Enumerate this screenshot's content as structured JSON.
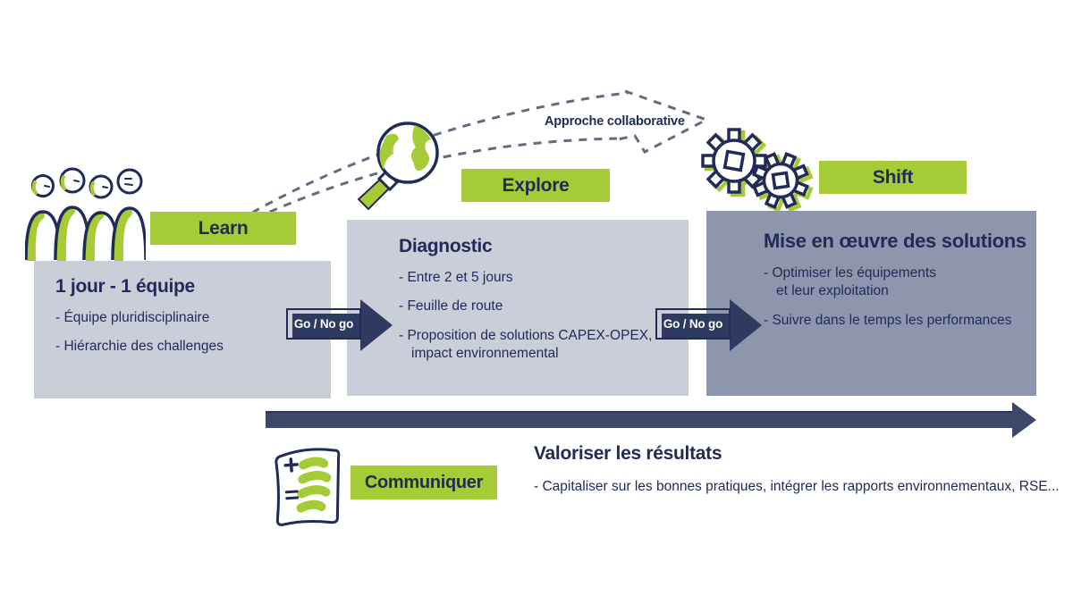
{
  "diagram": {
    "collaboration_label": "Approche collaborative",
    "phases": [
      {
        "tag": "Learn",
        "title": "1 jour - 1 équipe",
        "bullets": [
          "- Équipe pluridisciplinaire",
          "- Hiérarchie des challenges"
        ]
      },
      {
        "tag": "Explore",
        "title": "Diagnostic",
        "bullets": [
          "- Entre 2 et 5 jours",
          "- Feuille de route",
          "- Proposition de solutions CAPEX-OPEX,\nimpact environnemental"
        ]
      },
      {
        "tag": "Shift",
        "title": "Mise en œuvre des solutions",
        "bullets": [
          "- Optimiser les équipements\net leur exploitation",
          "- Suivre dans le temps les performances"
        ]
      }
    ],
    "gate": {
      "label": "Go / No go"
    },
    "communicate": {
      "tag": "Communiquer",
      "title": "Valoriser les résultats",
      "bullet": "- Capitaliser sur les bonnes pratiques, intégrer les rapports environnementaux, RSE..."
    },
    "icons": {
      "team": "team-people-icon",
      "magnifier": "magnifier-globe-icon",
      "gears": "gears-icon",
      "document": "document-notes-icon"
    },
    "colors": {
      "green": "#a5cc36",
      "navy": "#222b57",
      "panel_light": "#c9ced9",
      "panel_dark": "#8d96ac",
      "gate_fill": "#2f3a60",
      "flow_arrow": "#3c4769",
      "dashed_line": "#636b82"
    }
  }
}
